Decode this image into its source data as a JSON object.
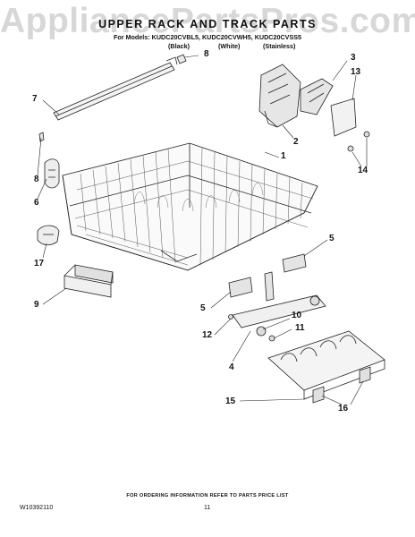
{
  "watermark": "AppliancePartsPros.com",
  "header": {
    "title": "UPPER RACK AND TRACK PARTS",
    "models_line": "For Models: KUDC20CVBL5, KUDC20CVWH5, KUDC20CVSS5",
    "finish_black": "(Black)",
    "finish_white": "(White)",
    "finish_stainless": "(Stainless)"
  },
  "callouts": {
    "c1": "1",
    "c2": "2",
    "c3": "3",
    "c4": "4",
    "c5a": "5",
    "c5b": "5",
    "c6": "6",
    "c7": "7",
    "c8a": "8",
    "c8b": "8",
    "c9": "9",
    "c10": "10",
    "c11": "11",
    "c12": "12",
    "c13": "13",
    "c14": "14",
    "c15": "15",
    "c16": "16",
    "c17": "17"
  },
  "footer": {
    "note": "FOR ORDERING INFORMATION REFER TO PARTS PRICE LIST",
    "doc_id": "W10392110",
    "page": "11"
  }
}
